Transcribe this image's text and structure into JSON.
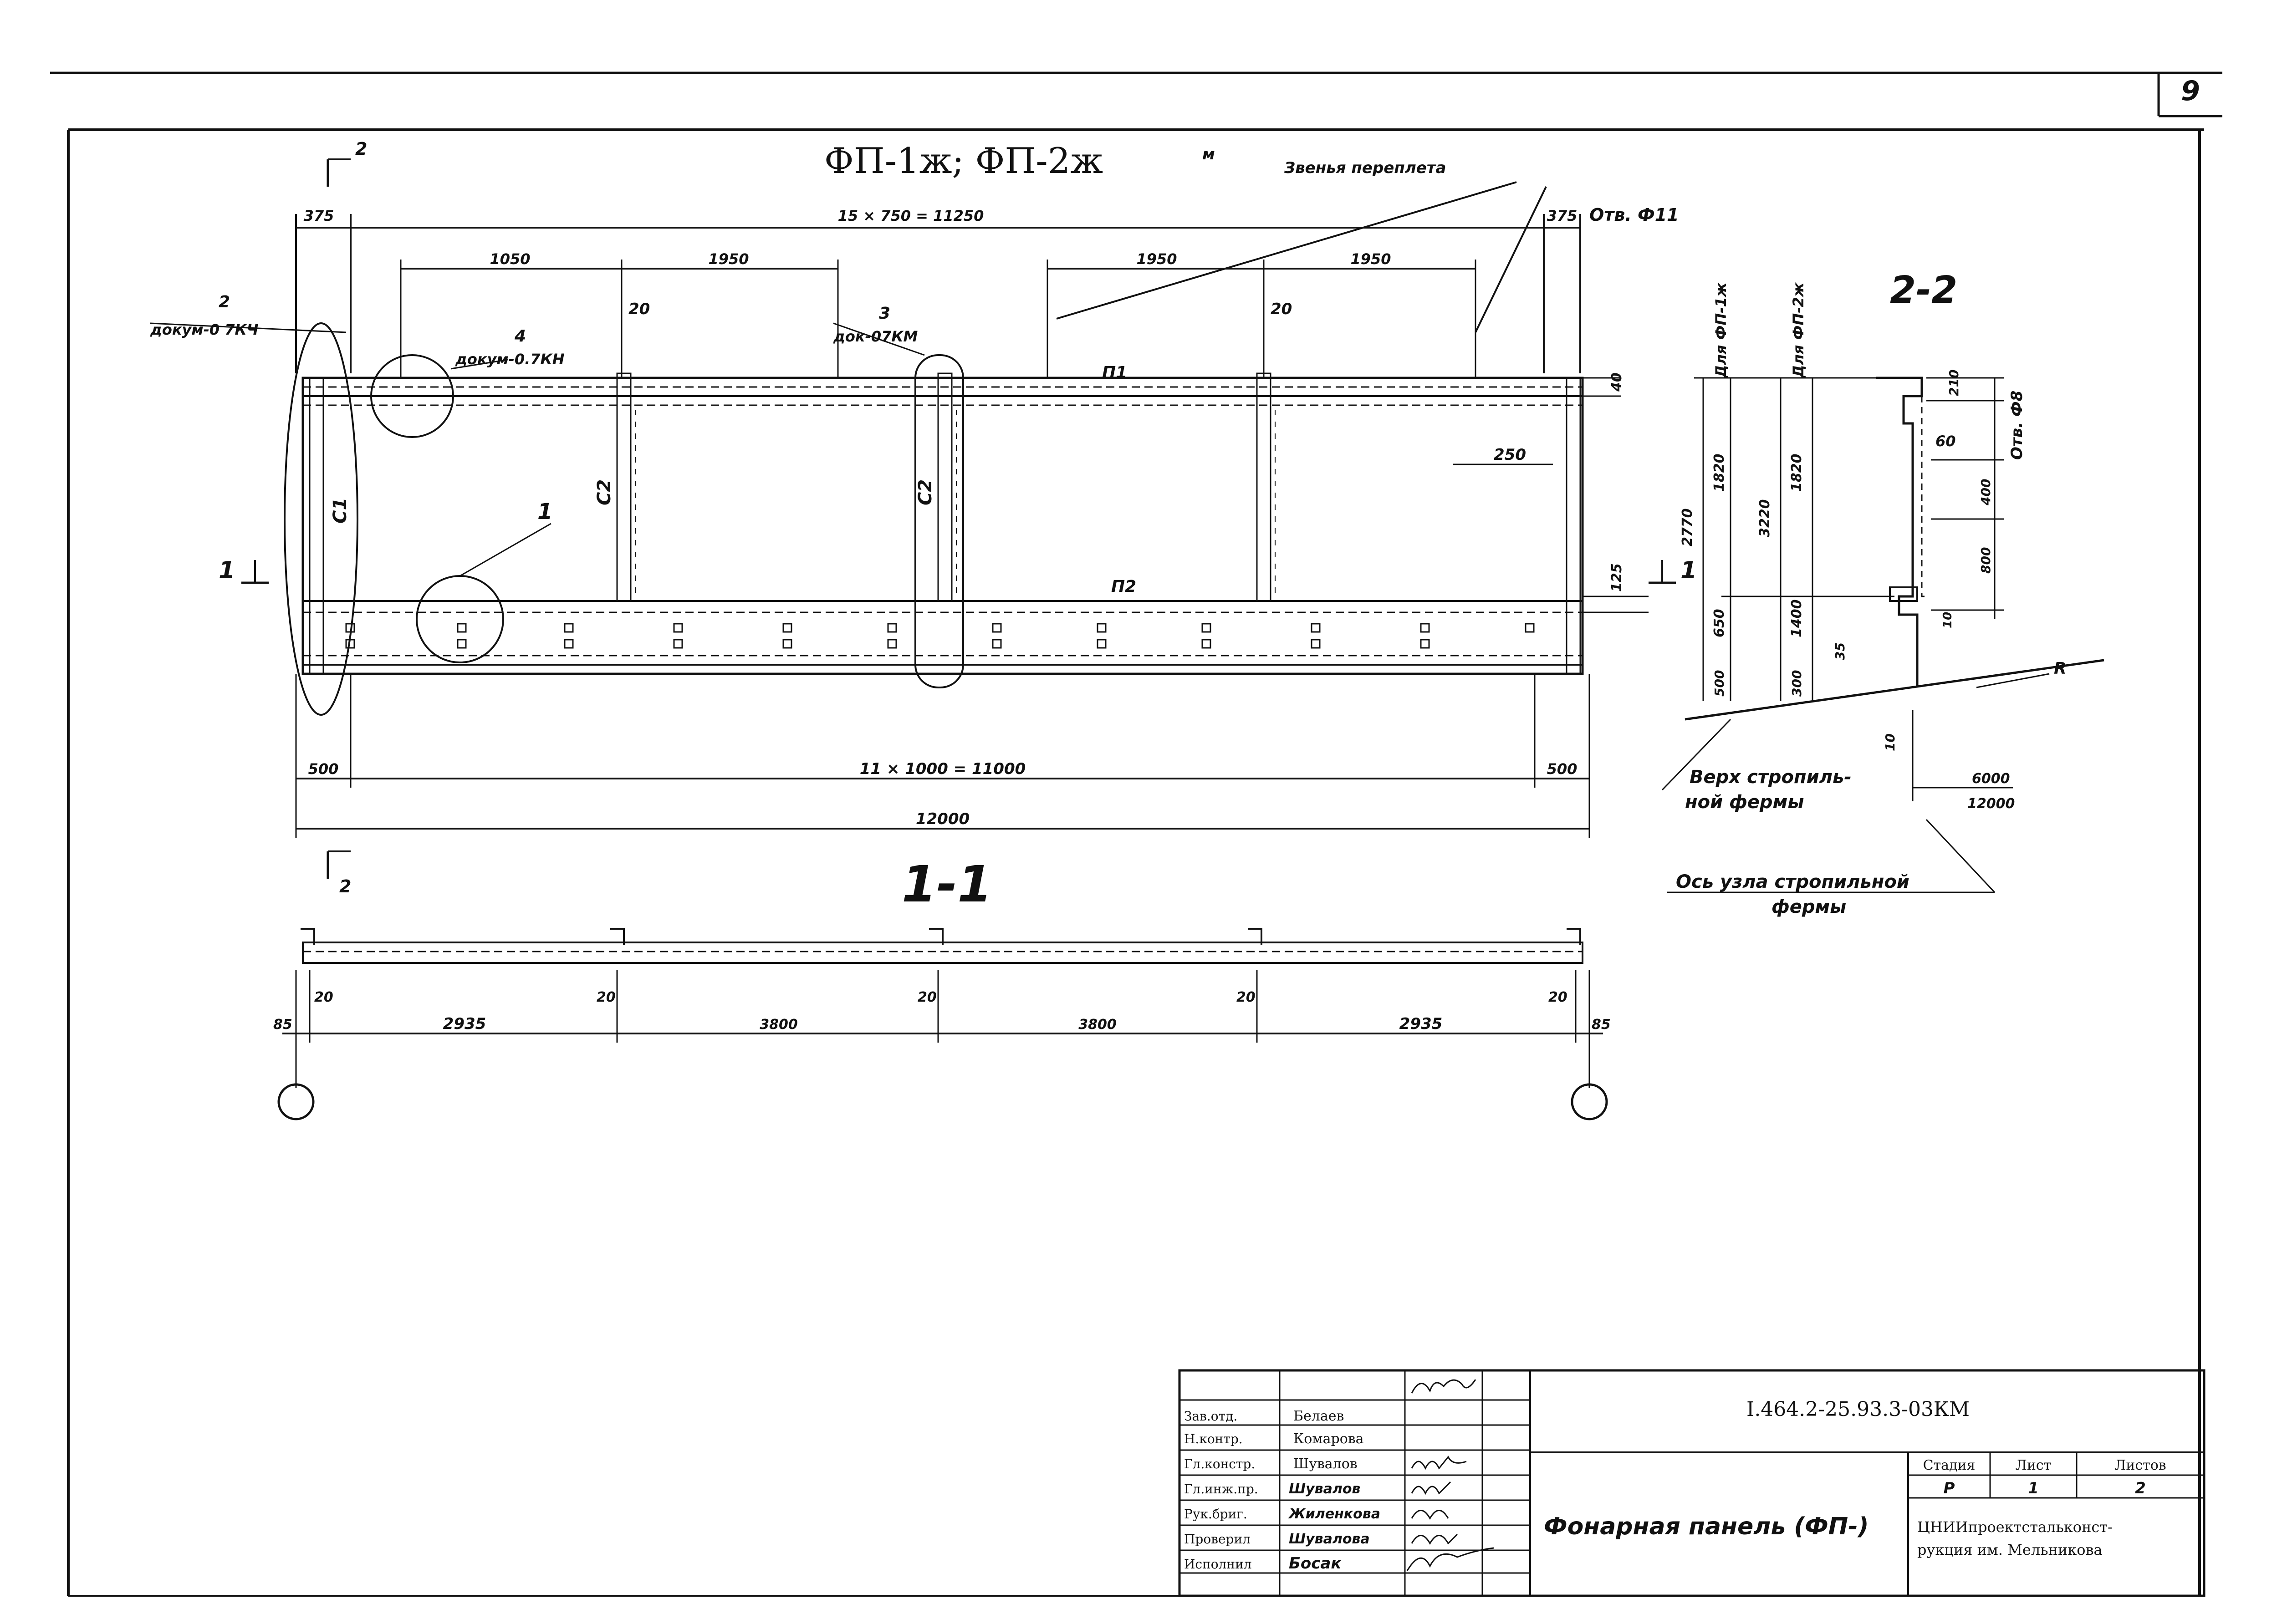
{
  "sheet": {
    "page_number": "9"
  },
  "main_view": {
    "title": "ФП-1ж; ФП-2ж",
    "title_sup": "м",
    "callout_sash_links": "Звенья переплета",
    "top_dim": "15 × 750 = 11250",
    "left_end": "375",
    "right_end": "375",
    "hole_note": "Отв. Ф11",
    "spans_top": [
      "1050",
      "1950",
      "1950",
      "1950"
    ],
    "gap_left": "20",
    "gap_right": "20",
    "callout_2_num": "2",
    "callout_2_ref": "докум-0 7КЧ",
    "callout_4_num": "4",
    "callout_4_ref": "докум-0.7КН",
    "callout_3_num": "3",
    "callout_3_ref": "док-07КМ",
    "callout_1_num": "1",
    "dim_40": "40",
    "dim_250": "250",
    "dim_125": "125",
    "member_p1": "П1",
    "member_p2": "П2",
    "member_c1": "С1",
    "member_c2a": "С2",
    "member_c2b": "С2",
    "bottom_left": "500",
    "bottom_right": "500",
    "bottom_dim": "11 × 1000 = 11000",
    "overall": "12000",
    "cut_1_left": "1",
    "cut_1_right": "1",
    "cut_2_top": "2",
    "cut_2_bottom": "2"
  },
  "section_11": {
    "label": "1-1",
    "gaps": [
      "20",
      "20",
      "20",
      "20",
      "20"
    ],
    "dims": [
      "85",
      "2935",
      "3800",
      "3800",
      "2935",
      "85"
    ]
  },
  "section_22": {
    "label": "2-2",
    "for_fp1": "Для ФП-1ж",
    "for_fp2": "Для ФП-2ж",
    "h1": "2770",
    "h2a": "1820",
    "h2b": "3220",
    "h2c": "1820",
    "d650": "650",
    "d1400": "1400",
    "d500": "500",
    "d300": "300",
    "d35": "35",
    "d210": "210",
    "d60": "60",
    "d400": "400",
    "d800": "800",
    "d10a": "10",
    "d10b": "10",
    "hole": "Отв. Ф8",
    "r": "R",
    "d6000": "6000",
    "d12000": "12000",
    "truss_top": "Верх стропиль-\nной фермы",
    "truss_top_1": "Верх стропиль-",
    "truss_top_2": "ной фермы",
    "truss_axis_1": "Ось узла стропильной",
    "truss_axis_2": "фермы"
  },
  "title_block": {
    "code": "I.464.2-25.93.3-03КМ",
    "title": "Фонарная панель (ФП-)",
    "stage_h": "Стадия",
    "sheet_h": "Лист",
    "sheets_h": "Листов",
    "stage": "Р",
    "sheet": "1",
    "sheets": "2",
    "org": "ЦНИИпроектстальконст-\nрукция им. Мельникова",
    "org_1": "ЦНИИпроектстальконст-",
    "org_2": "рукция им. Мельникова",
    "rows": [
      {
        "role": "Зав.отд.",
        "name": "Белаев"
      },
      {
        "role": "Н.контр.",
        "name": "Комарова"
      },
      {
        "role": "Гл.констр.",
        "name": "Шувалов"
      },
      {
        "role": "Гл.инж.пр.",
        "name": "Шувалов"
      },
      {
        "role": "Рук.бриг.",
        "name": "Жиленкова"
      },
      {
        "role": "Проверил",
        "name": "Шувалова"
      },
      {
        "role": "Исполнил",
        "name": "Босак"
      }
    ]
  }
}
